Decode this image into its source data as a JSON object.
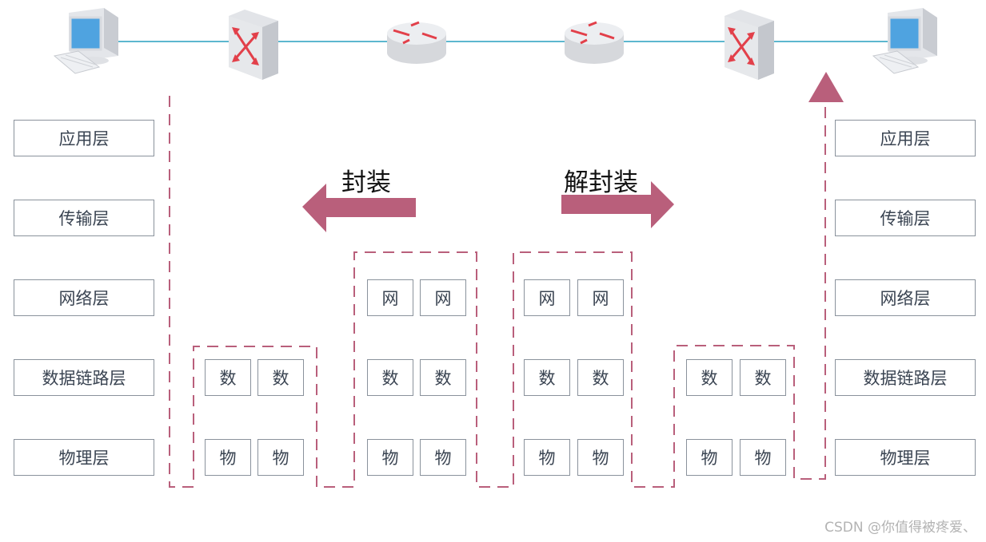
{
  "colors": {
    "accent": "#b95f7b",
    "link_line": "#5cb7cf",
    "box_border": "#8a929c",
    "box_text": "#3a4452",
    "device_red": "#e2404a",
    "screen_blue": "#4fa3e0"
  },
  "topology": {
    "devices": [
      {
        "type": "computer",
        "icon": "computer-icon"
      },
      {
        "type": "switch",
        "icon": "switch-icon"
      },
      {
        "type": "router",
        "icon": "router-icon"
      },
      {
        "type": "router",
        "icon": "router-icon"
      },
      {
        "type": "switch",
        "icon": "switch-icon"
      },
      {
        "type": "computer",
        "icon": "computer-icon"
      }
    ]
  },
  "left_stack": {
    "layers": [
      "应用层",
      "传输层",
      "网络层",
      "数据链路层",
      "物理层"
    ]
  },
  "right_stack": {
    "layers": [
      "应用层",
      "传输层",
      "网络层",
      "数据链路层",
      "物理层"
    ]
  },
  "operations": {
    "encapsulate": "封装",
    "decapsulate": "解封装"
  },
  "hops": [
    {
      "device": "switch",
      "rows": [
        [
          "数",
          "数"
        ],
        [
          "物",
          "物"
        ]
      ]
    },
    {
      "device": "router",
      "rows": [
        [
          "网",
          "网"
        ],
        [
          "数",
          "数"
        ],
        [
          "物",
          "物"
        ]
      ]
    },
    {
      "device": "router",
      "rows": [
        [
          "网",
          "网"
        ],
        [
          "数",
          "数"
        ],
        [
          "物",
          "物"
        ]
      ]
    },
    {
      "device": "switch",
      "rows": [
        [
          "数",
          "数"
        ],
        [
          "物",
          "物"
        ]
      ]
    }
  ],
  "watermark": "CSDN @你值得被疼爱、"
}
